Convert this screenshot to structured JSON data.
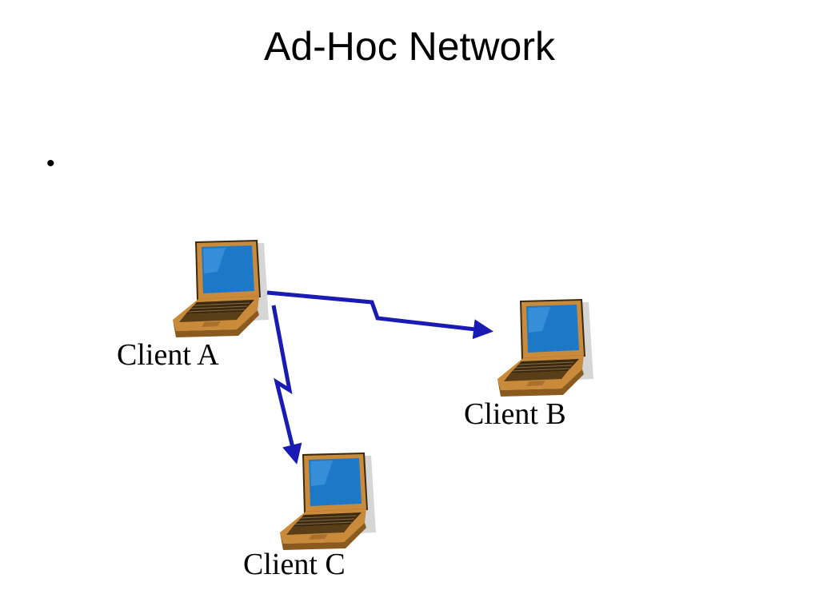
{
  "slide": {
    "title": "Ad-Hoc Network",
    "bullet": "•"
  },
  "diagram": {
    "nodes": [
      {
        "id": "a",
        "label": "Client A",
        "icon": "laptop-icon"
      },
      {
        "id": "b",
        "label": "Client B",
        "icon": "laptop-icon"
      },
      {
        "id": "c",
        "label": "Client C",
        "icon": "laptop-icon"
      }
    ],
    "links": [
      {
        "from": "a",
        "to": "b",
        "style": "wireless-zigzag-arrow"
      },
      {
        "from": "a",
        "to": "c",
        "style": "wireless-zigzag-arrow"
      }
    ],
    "colors": {
      "link": "#1a1ab4",
      "screen": "#1e78c8",
      "laptop_body": "#c98a3a",
      "laptop_dark": "#3a2a12"
    }
  }
}
